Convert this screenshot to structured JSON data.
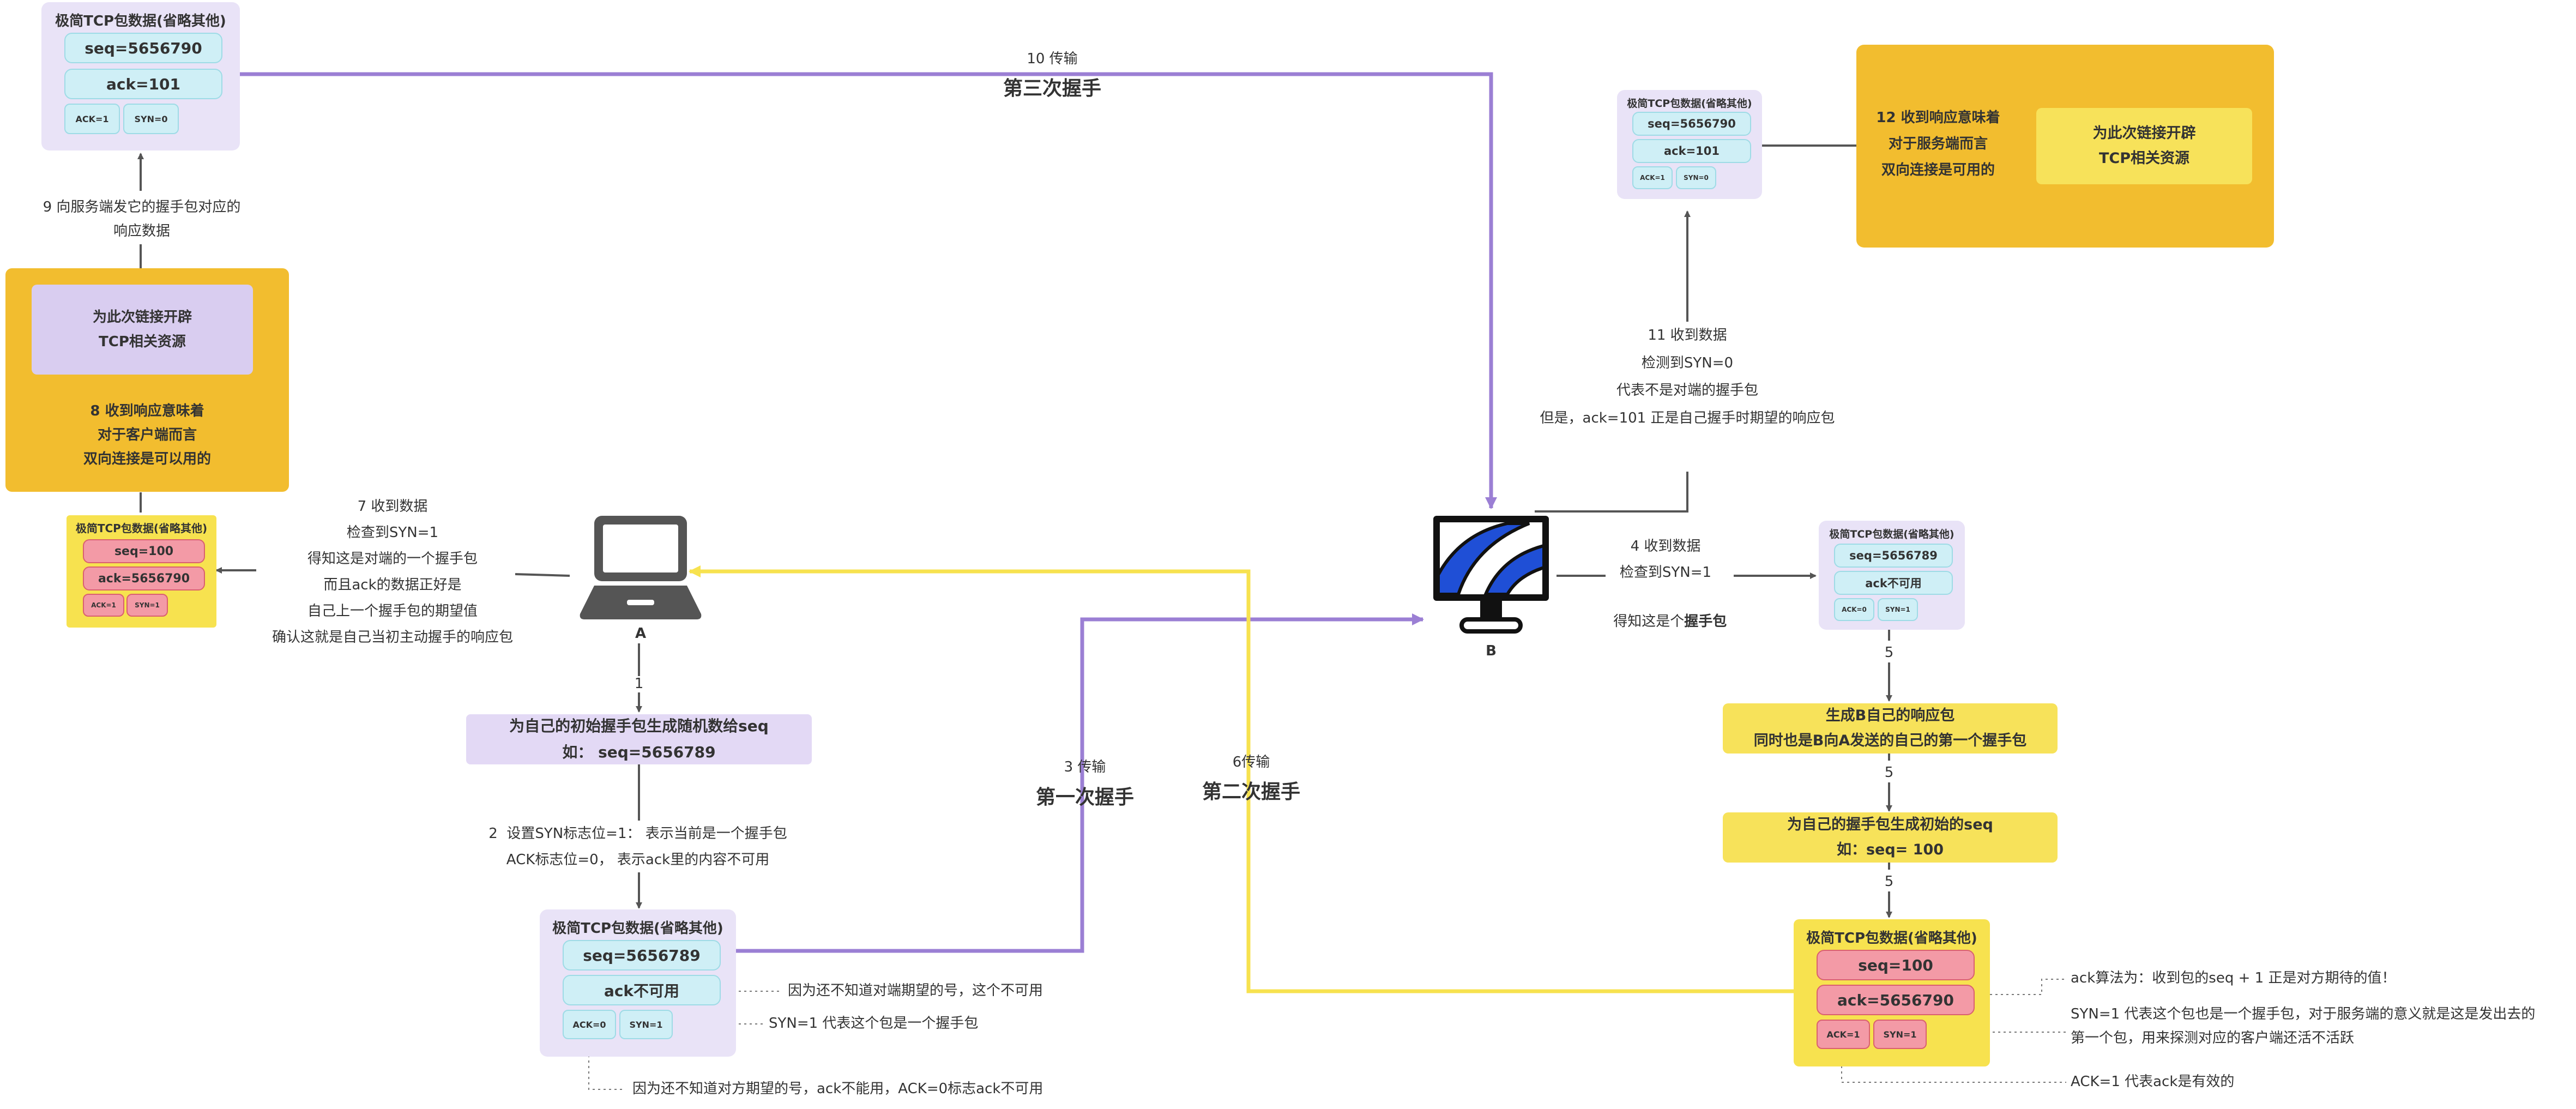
{
  "colors": {
    "purple": "#9b7fd4",
    "yellow": "#f7e24f",
    "orange": "#f2bd2f",
    "lavender": "#e9e3f7",
    "cyan": "#cfeff6",
    "red": "#f39aa6",
    "gray": "#555555"
  },
  "icons": {
    "client": "laptop-icon",
    "server": "monitor-icon"
  },
  "packet_title": "极简TCP包数据(省略其他)",
  "client": {
    "label": "A"
  },
  "server": {
    "label": "B"
  },
  "pkt_top_left": {
    "seq": "seq=5656790",
    "ack": "ack=101",
    "f1": "ACK=1",
    "f2": "SYN=0"
  },
  "pkt_top_right": {
    "seq": "seq=5656790",
    "ack": "ack=101",
    "f1": "ACK=1",
    "f2": "SYN=0"
  },
  "pkt_a_recv": {
    "seq": "seq=100",
    "ack": "ack=5656790",
    "f1": "ACK=1",
    "f2": "SYN=1"
  },
  "pkt_a_send": {
    "seq": "seq=5656789",
    "ack": "ack不可用",
    "f1": "ACK=0",
    "f2": "SYN=1"
  },
  "pkt_b_recv": {
    "seq": "seq=5656789",
    "ack": "ack不可用",
    "f1": "ACK=0",
    "f2": "SYN=1"
  },
  "pkt_b_send": {
    "seq": "seq=100",
    "ack": "ack=5656790",
    "f1": "ACK=1",
    "f2": "SYN=1"
  },
  "steps": {
    "s1": "1",
    "s1_box": "为自己的初始握手包生成随机数给seq\n如： seq=5656789",
    "s2": "2  设置SYN标志位=1： 表示当前是一个握手包\nACK标志位=0， 表示ack里的内容不可用",
    "s3_num": "3 传输",
    "s3_title": "第一次握手",
    "s4_line1": "4 收到数据\n检查到SYN=1",
    "s4_line2_pre": "得知这是个",
    "s4_line2_bold": "握手包",
    "s5a": "5",
    "s5b": "5",
    "s5c": "5",
    "s5_box1": "生成B自己的响应包\n同时也是B向A发送的自己的第一个握手包",
    "s5_box2": "为自己的握手包生成初始的seq\n如：seq= 100",
    "s6_num": "6传输",
    "s6_title": "第二次握手",
    "s7": "7 收到数据\n检查到SYN=1\n得知这是对端的一个握手包\n而且ack的数据正好是\n自己上一个握手包的期望值\n确认这就是自己当初主动握手的响应包",
    "s8_text": "8 收到响应意味着\n对于客户端而言\n双向连接是可以用的",
    "s8_inner": "为此次链接开辟\nTCP相关资源",
    "s9": "9 向服务端发它的握手包对应的\n响应数据",
    "s10_num": "10 传输",
    "s10_title": "第三次握手",
    "s11": "11 收到数据\n检测到SYN=0\n代表不是对端的握手包\n但是，ack=101 正是自己握手时期望的响应包",
    "s12_text": "12 收到响应意味着\n对于服务端而言\n双向连接是可用的",
    "s12_inner": "为此次链接开辟\nTCP相关资源"
  },
  "notes": {
    "a_ack": "因为还不知道对端期望的号，这个不可用",
    "a_syn": "SYN=1 代表这个包是一个握手包",
    "a_flag": "因为还不知道对方期望的号，ack不能用，ACK=0标志ack不可用",
    "b_ack": "ack算法为：收到包的seq + 1 正是对方期待的值！",
    "b_syn": "SYN=1 代表这个包也是一个握手包，对于服务端的意义就是这是发出去的\n第一个包，用来探测对应的客户端还活不活跃",
    "b_flag": "ACK=1 代表ack是有效的"
  }
}
